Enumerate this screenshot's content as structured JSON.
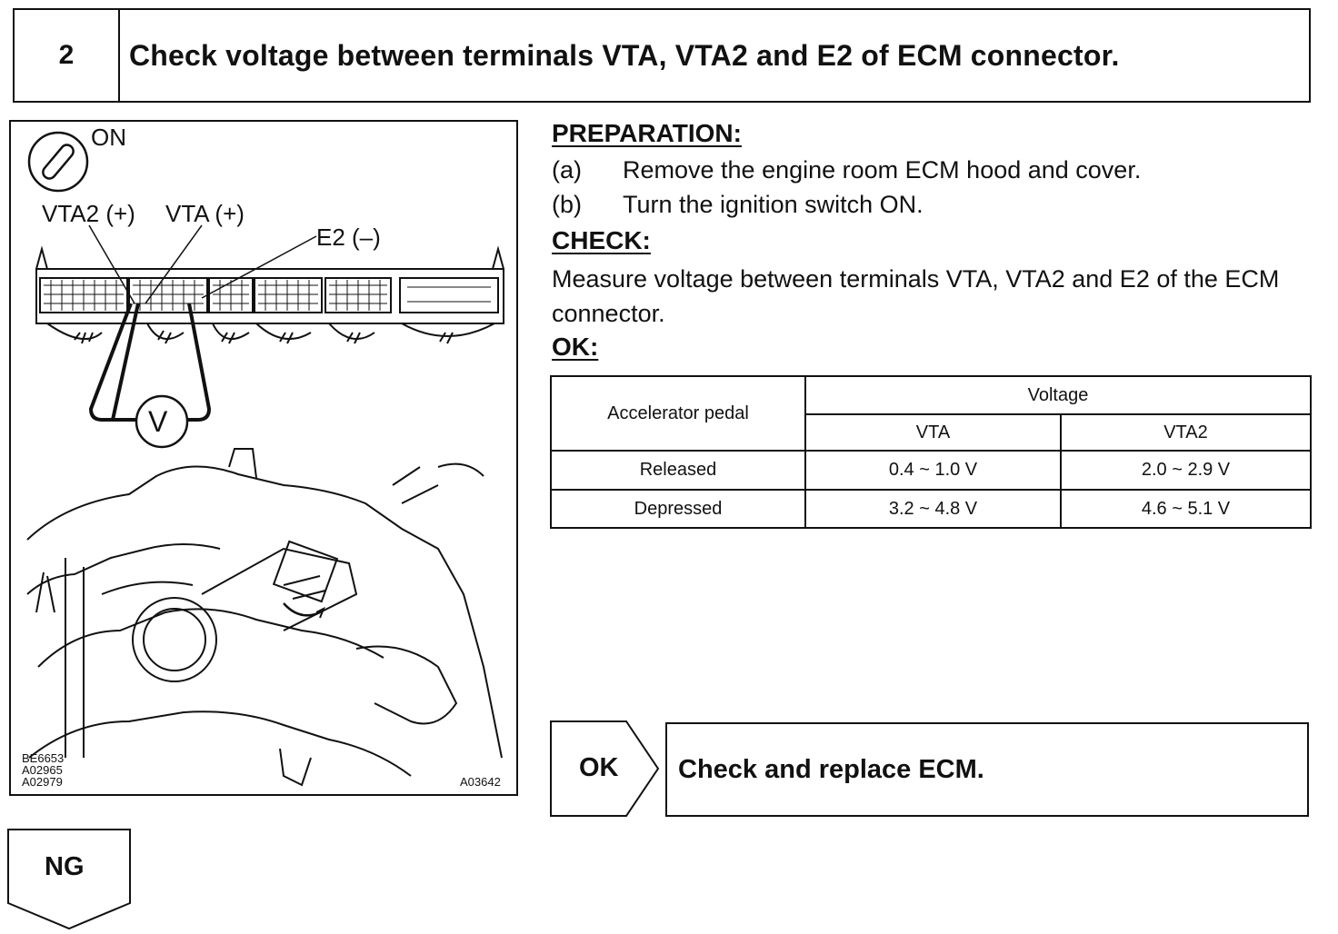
{
  "step": {
    "number": "2",
    "title": "Check voltage between terminals VTA, VTA2 and E2 of ECM connector."
  },
  "illustration": {
    "ignition_label": "ON",
    "label_vta2": "VTA2 (+)",
    "label_vta": "VTA (+)",
    "label_e2": "E2 (–)",
    "meter_symbol": "V",
    "codes_left": [
      "BE6653",
      "A02965",
      "A02979"
    ],
    "code_right": "A03642"
  },
  "preparation": {
    "heading": "PREPARATION:",
    "steps": [
      {
        "label": "(a)",
        "text": "Remove the engine room ECM hood and cover."
      },
      {
        "label": "(b)",
        "text": "Turn the ignition switch ON."
      }
    ]
  },
  "check": {
    "heading": "CHECK:",
    "text": "Measure voltage between terminals VTA, VTA2 and E2 of the ECM connector."
  },
  "ok_spec": {
    "heading": "OK:",
    "table": {
      "col_pedal": "Accelerator pedal",
      "col_voltage": "Voltage",
      "sub_vta": "VTA",
      "sub_vta2": "VTA2",
      "rows": [
        {
          "pedal": "Released",
          "vta": "0.4 ~ 1.0 V",
          "vta2": "2.0 ~ 2.9 V"
        },
        {
          "pedal": "Depressed",
          "vta": "3.2 ~ 4.8 V",
          "vta2": "4.6 ~ 5.1 V"
        }
      ]
    }
  },
  "ok_result": {
    "badge": "OK",
    "action": "Check and replace ECM."
  },
  "ng_result": {
    "badge": "NG"
  }
}
